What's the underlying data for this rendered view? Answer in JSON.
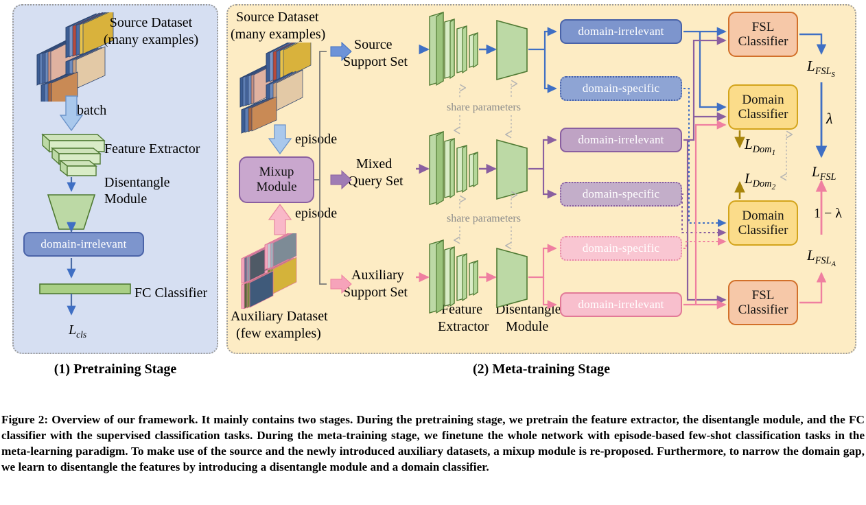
{
  "figure": {
    "caption": "Figure 2: Overview of our framework. It mainly contains two stages. During the pretraining stage, we pretrain the feature extractor, the disentangle module, and the FC classifier with the supervised classification tasks. During the meta-training stage, we finetune the whole network with episode-based few-shot classification tasks in the meta-learning paradigm. To make use of the source and the newly introduced auxiliary datasets, a mixup module is re-proposed. Furthermore, to narrow the domain gap, we learn to disentangle the features by introducing a disentangle module and a domain classifier."
  },
  "stages": {
    "pretraining": {
      "title": "(1) Pretraining Stage",
      "dataset_line1": "Source Dataset",
      "dataset_line2": "(many examples)",
      "batch_label": "batch",
      "feature_extractor": "Feature Extractor",
      "disentangle_line1": "Disentangle",
      "disentangle_line2": "Module",
      "domain_irrelevant": "domain-irrelevant",
      "fc_classifier": "FC Classifier",
      "loss": "L_cls"
    },
    "meta": {
      "title": "(2) Meta-training Stage",
      "source_dataset_line1": "Source Dataset",
      "source_dataset_line2": "(many examples)",
      "aux_dataset_line1": "Auxiliary Dataset",
      "aux_dataset_line2": "(few examples)",
      "episode_top": "episode",
      "episode_bottom": "episode",
      "mixup_line1": "Mixup",
      "mixup_line2": "Module",
      "branches": [
        {
          "name": "source-support",
          "line1": "Source",
          "line2": "Support Set",
          "color": "#3f6fc4"
        },
        {
          "name": "mixed-query",
          "line1": "Mixed",
          "line2": "Query Set",
          "color": "#8a5fa0"
        },
        {
          "name": "auxiliary-support",
          "line1": "Auxiliary",
          "line2": "Support Set",
          "color": "#ef7fa0"
        }
      ],
      "share_parameters_top": "share parameters",
      "share_parameters_bottom": "share parameters",
      "feature_extractor_line1": "Feature",
      "feature_extractor_line2": "Extractor",
      "disentangle_line1": "Disentangle",
      "disentangle_line2": "Module",
      "features": [
        {
          "name": "source-irrelevant",
          "label": "domain-irrelevant"
        },
        {
          "name": "source-specific",
          "label": "domain-specific"
        },
        {
          "name": "mixed-irrelevant",
          "label": "domain-irrelevant"
        },
        {
          "name": "mixed-specific",
          "label": "domain-specific"
        },
        {
          "name": "aux-specific",
          "label": "domain-specific"
        },
        {
          "name": "aux-irrelevant",
          "label": "domain-irrelevant"
        }
      ],
      "classifiers": [
        {
          "name": "fsl-classifier-top",
          "line1": "FSL",
          "line2": "Classifier"
        },
        {
          "name": "domain-classifier-top",
          "line1": "Domain",
          "line2": "Classifier"
        },
        {
          "name": "domain-classifier-bottom",
          "line1": "Domain",
          "line2": "Classifier"
        },
        {
          "name": "fsl-classifier-bottom",
          "line1": "FSL",
          "line2": "Classifier"
        }
      ],
      "losses": {
        "fsl_source": "L_FSL_S",
        "fsl_total": "L_FSL",
        "fsl_aux": "L_FSL_A",
        "dom1": "L_Dom_1",
        "dom2": "L_Dom_2",
        "lambda": "λ",
        "one_minus_lambda": "1 − λ"
      }
    }
  },
  "colors": {
    "panel_pretrain_bg": "#d6dff2",
    "panel_meta_bg": "#fdecc4",
    "blue": "#3f6fc4",
    "purple": "#8a5fa0",
    "pink": "#ef7fa0",
    "green": "#7fa84f",
    "green_fill": "#bcd9a5",
    "gold": "#a8850c",
    "fsl_box": "#f6c8a8",
    "domain_box": "#fbdc8a"
  }
}
